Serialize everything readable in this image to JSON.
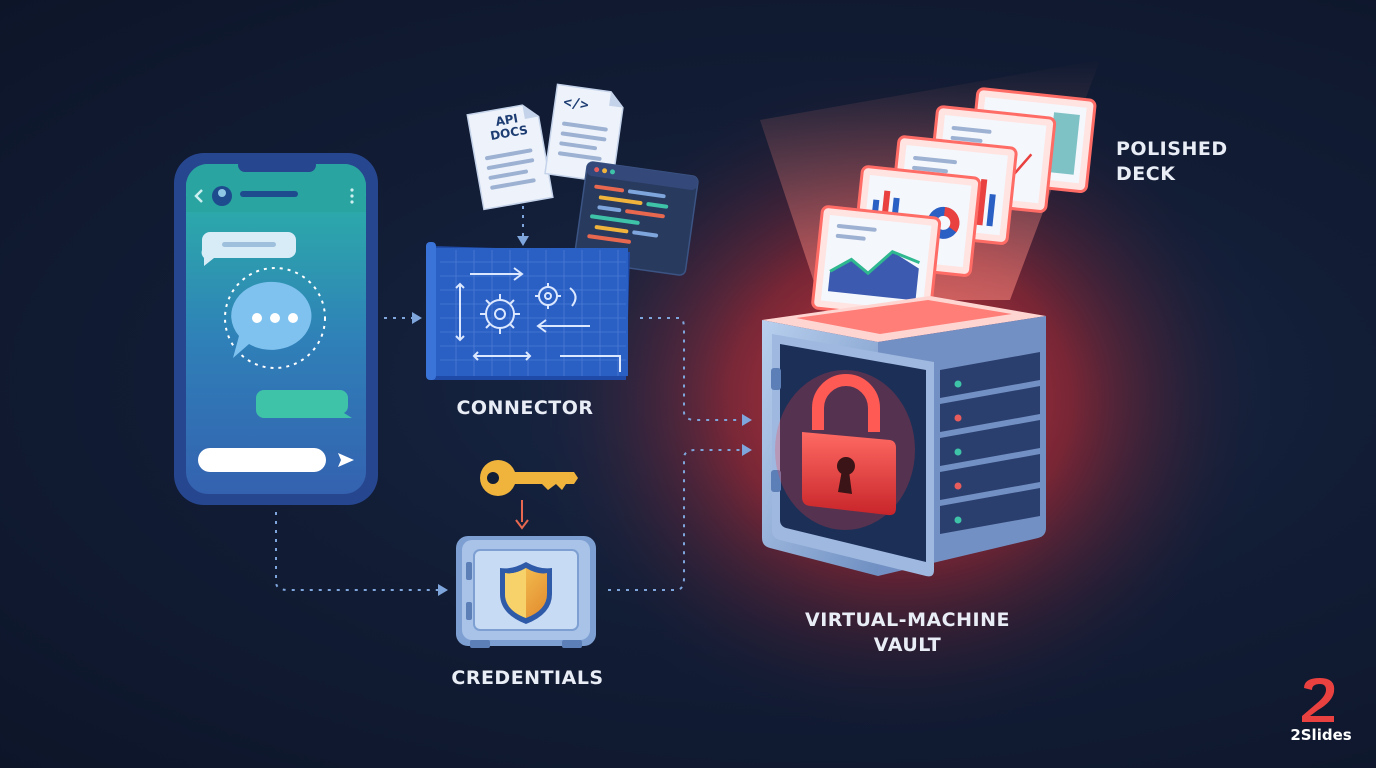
{
  "labels": {
    "connector": "CONNECTOR",
    "credentials": "CREDENTIALS",
    "vault_line1": "VIRTUAL-MACHINE",
    "vault_line2": "VAULT",
    "deck_line1": "POLISHED",
    "deck_line2": "DECK"
  },
  "docs": {
    "api_line1": "API",
    "api_line2": "DOCS",
    "code_symbol": "</>"
  },
  "brand": {
    "logo_glyph": "2",
    "name": "2Slides"
  },
  "icons": [
    "chat-phone-icon",
    "blueprint-icon",
    "gear-icon",
    "key-icon",
    "safe-icon",
    "shield-icon",
    "server-vault-icon",
    "padlock-icon",
    "code-window-icon",
    "slide-icon"
  ],
  "colors": {
    "background": "#121d36",
    "accent_red": "#e8413f",
    "phone_teal": "#3fc3a8",
    "blueprint_blue": "#2a5fc4",
    "key_gold": "#f0b43c",
    "dotted_line": "#7fa6dc"
  }
}
